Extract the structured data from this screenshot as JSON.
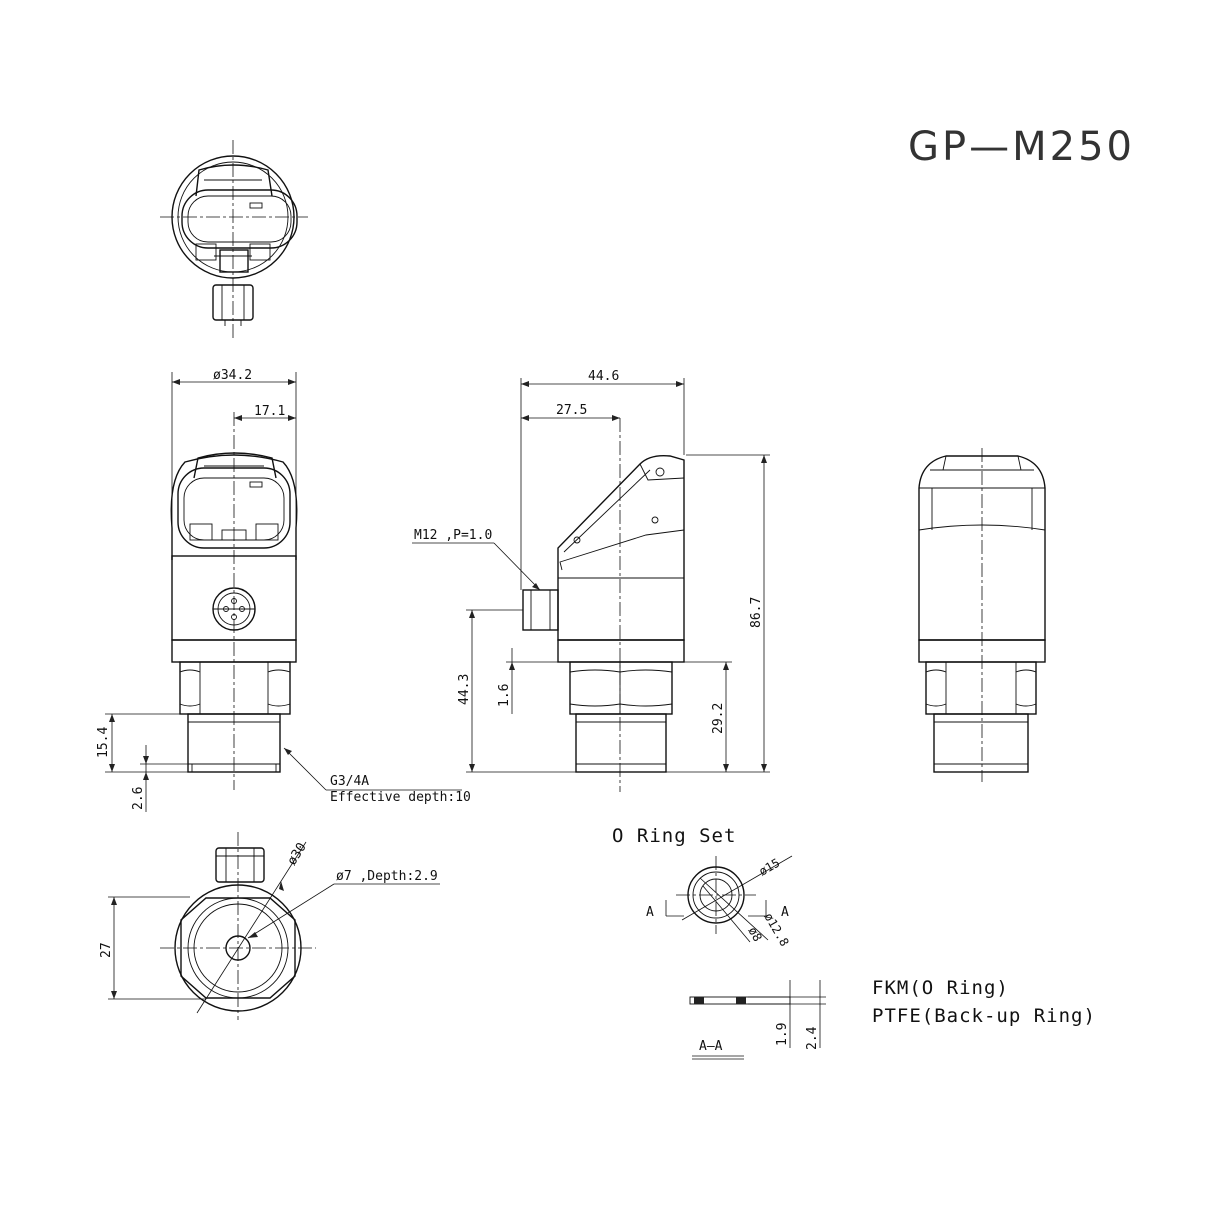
{
  "title": "GP—M250",
  "dimensions": {
    "front_diameter": "ø34.2",
    "front_half": "17.1",
    "height_15_4": "15.4",
    "height_2_6": "2.6",
    "thread_label": "G3/4A",
    "effective_depth": "Effective depth:10",
    "side_width": "44.6",
    "side_offset": "27.5",
    "connector_label": "M12 ,P=1.0",
    "height_44_3": "44.3",
    "height_1_6": "1.6",
    "height_29_2": "29.2",
    "height_86_7": "86.7",
    "bottom_diameter": "ø30",
    "bottom_hole": "ø7 ,Depth:2.9",
    "bottom_height": "27"
  },
  "oring": {
    "title": "O Ring Set",
    "d15": "ø15",
    "d12_8": "ø12.8",
    "d8": "ø8",
    "section_mark_left": "A",
    "section_mark_right": "A",
    "section_label": "A—A",
    "h1_9": "1.9",
    "h2_4": "2.4",
    "material_1": "FKM(O Ring)",
    "material_2": "PTFE(Back-up Ring)"
  }
}
